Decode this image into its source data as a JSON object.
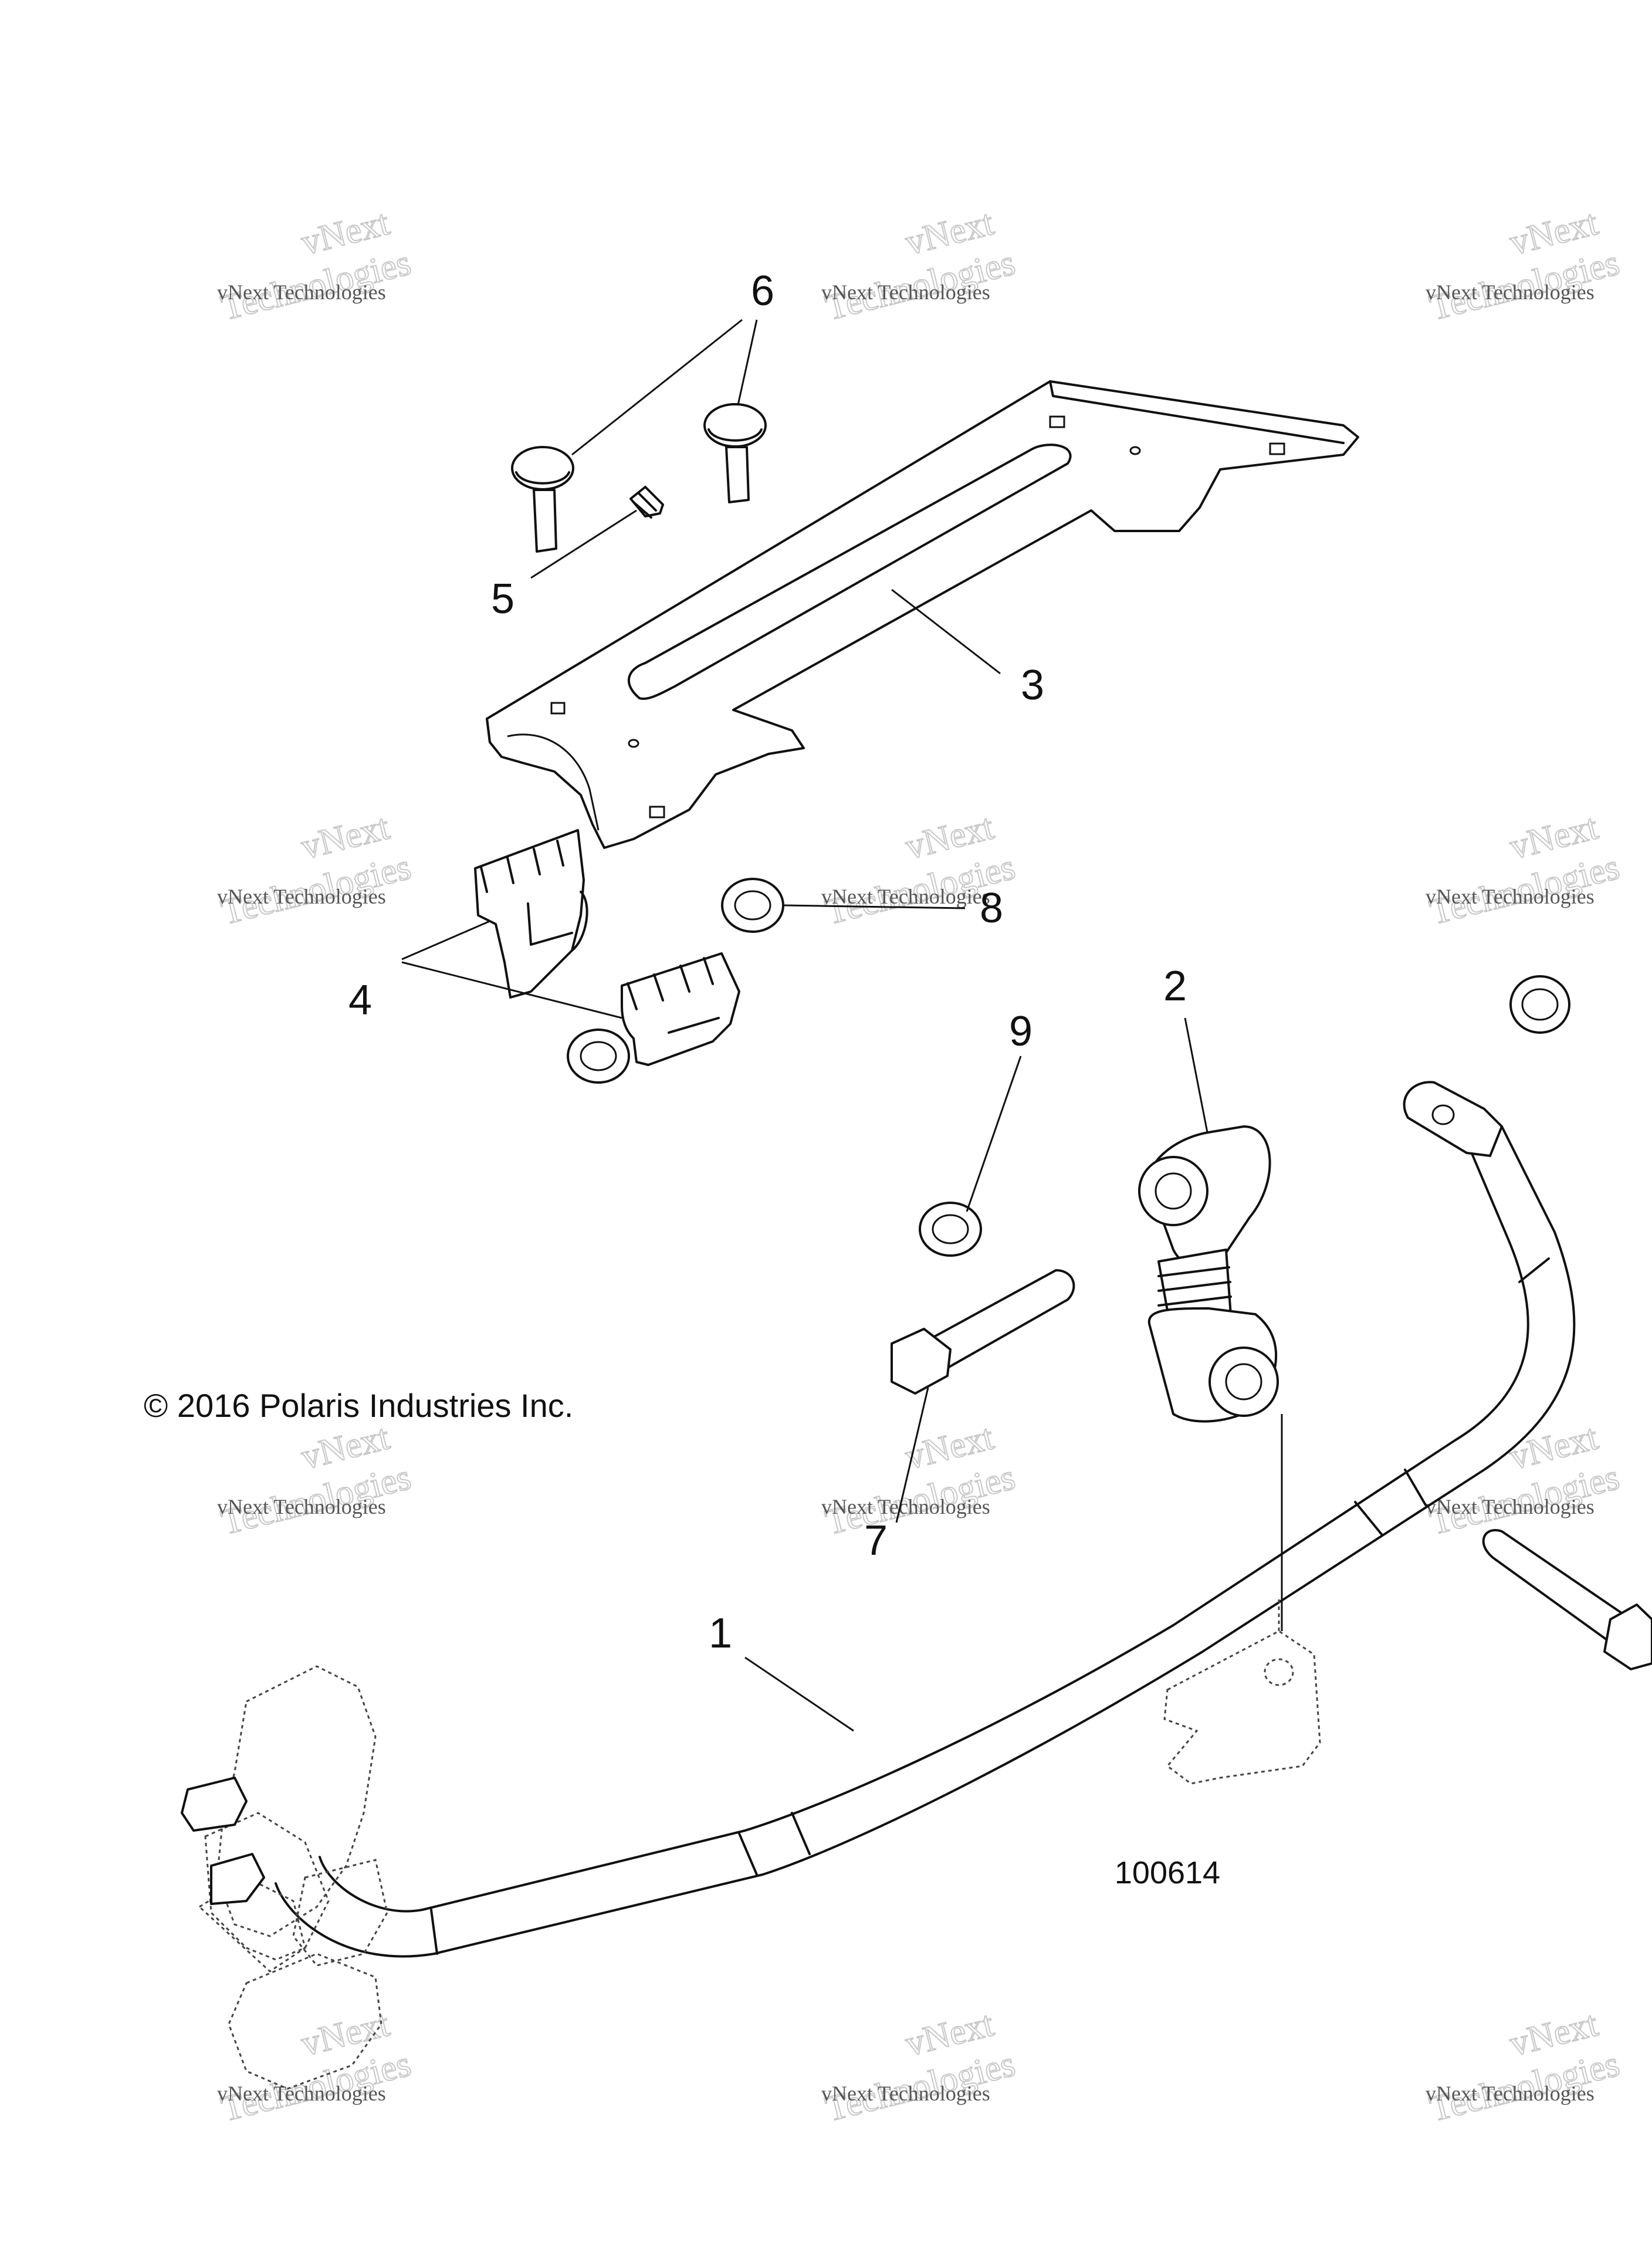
{
  "diagram": {
    "copyright": "© 2016 Polaris Industries Inc.",
    "part_number": "100614",
    "callouts": [
      "1",
      "2",
      "3",
      "4",
      "5",
      "6",
      "7",
      "8",
      "9"
    ],
    "watermark": {
      "line1": "vNext Technologies",
      "line2": "vNext\nTechnologies"
    }
  }
}
